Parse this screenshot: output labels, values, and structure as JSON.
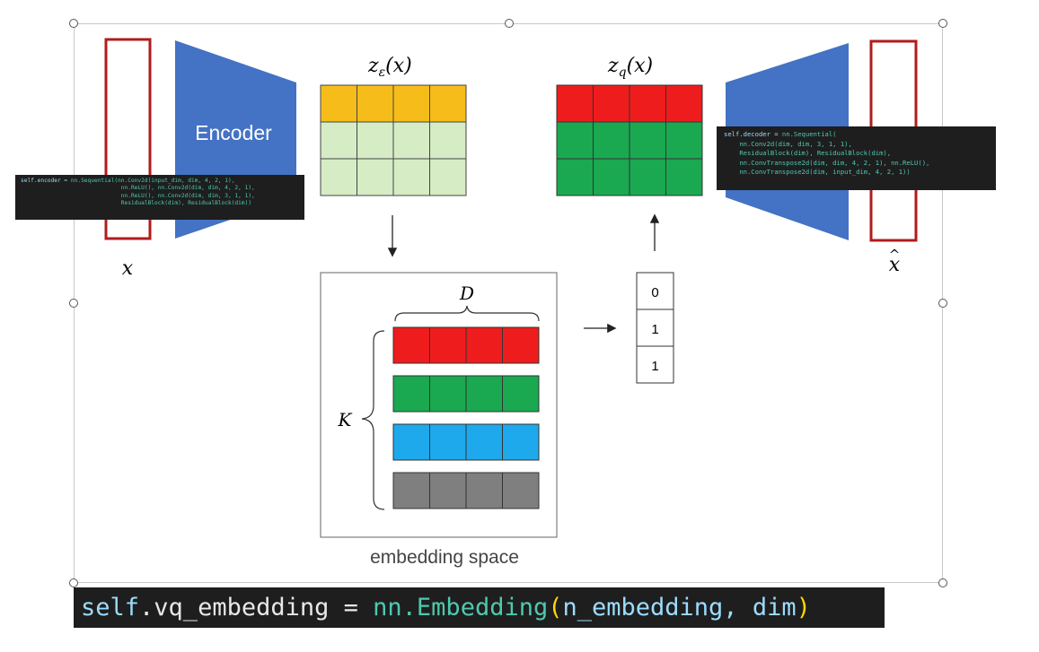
{
  "labels": {
    "x_input": "x",
    "z_e": "z",
    "z_e_sub": "ε",
    "z_e_arg": "(x)",
    "z_q": "z",
    "z_q_sub": "q",
    "z_q_arg": "(x)",
    "x_hat": "x",
    "encoder": "Encoder",
    "D": "D",
    "K": "K",
    "embedding_space": "embedding space"
  },
  "index_vector": [
    "0",
    "1",
    "1"
  ],
  "embedding_rows": [
    {
      "color": "#ee1c1c"
    },
    {
      "color": "#1aa950"
    },
    {
      "color": "#1ea9ec"
    },
    {
      "color": "#7f7f7f"
    }
  ],
  "colors": {
    "encoder_blue": "#4472c4",
    "z_e_top": "#f6bd1a",
    "z_e_rest": "#d5ecc4",
    "z_q_top": "#ee1c1c",
    "z_q_rest": "#1aa950",
    "outline_red": "#b01c1c"
  },
  "encoder_code": [
    {
      "a": "self.encoder = ",
      "b": "nn.Sequential(nn.Conv2d(input_dim, dim, 4, 2, 1),"
    },
    {
      "a": "                              ",
      "b": "nn.ReLU(), nn.Conv2d(dim, dim, 4, 2, 1),"
    },
    {
      "a": "                              ",
      "b": "nn.ReLU(), nn.Conv2d(dim, dim, 3, 1, 1),"
    },
    {
      "a": "                              ",
      "b": "ResidualBlock(dim), ResidualBlock(dim))"
    }
  ],
  "decoder_code": [
    {
      "a": "self.decoder = ",
      "b": "nn.Sequential("
    },
    {
      "a": "    ",
      "b": "nn.Conv2d(dim, dim, 3, 1, 1),"
    },
    {
      "a": "    ",
      "b": "ResidualBlock(dim), ResidualBlock(dim),"
    },
    {
      "a": "    ",
      "b": "nn.ConvTranspose2d(dim, dim, 4, 2, 1), nn.ReLU(),"
    },
    {
      "a": "    ",
      "b": "nn.ConvTranspose2d(dim, input_dim, 4, 2, 1))"
    }
  ],
  "vq_code": {
    "self": "self",
    "dot": ".",
    "attr": "vq_embedding",
    "eq": " = ",
    "module": "nn.Embedding",
    "open": "(",
    "args": "n_embedding, dim",
    "close": ")"
  }
}
